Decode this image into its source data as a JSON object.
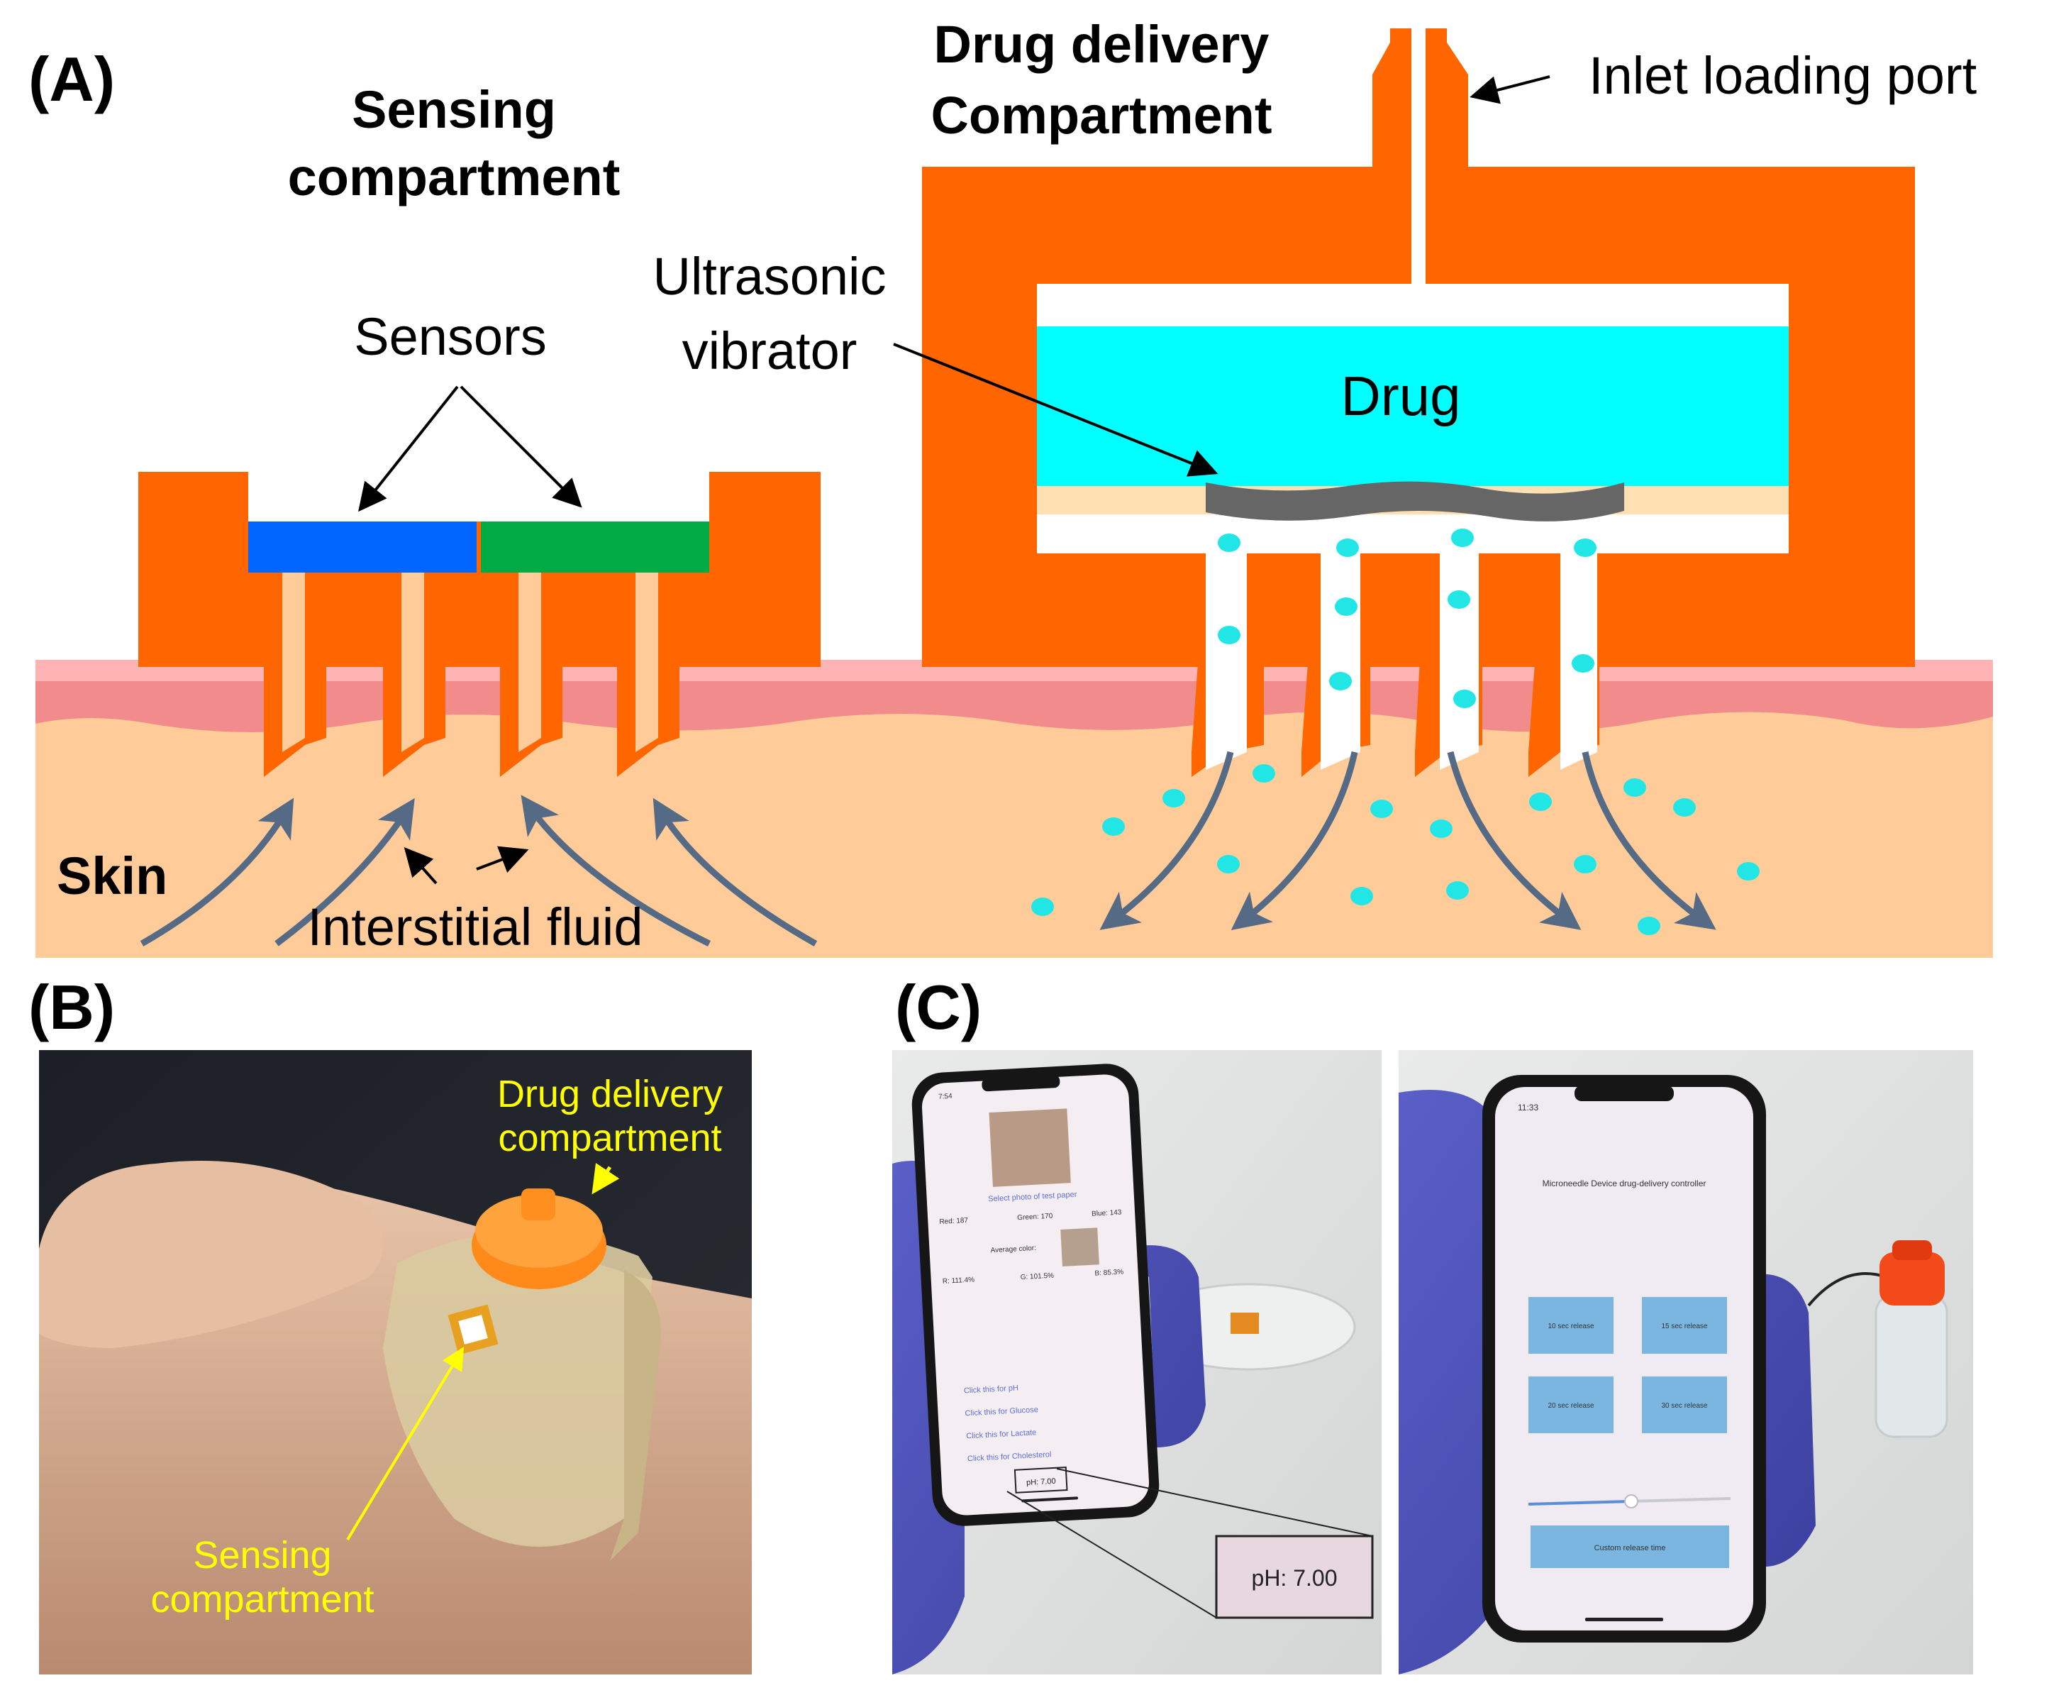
{
  "panel_a": {
    "label": "(A)",
    "sensing_title_1": "Sensing",
    "sensing_title_2": "compartment",
    "drug_title_1": "Drug delivery",
    "drug_title_2": "Compartment",
    "inlet_port": "Inlet loading port",
    "ultrasonic_1": "Ultrasonic",
    "ultrasonic_2": "vibrator",
    "sensors": "Sensors",
    "drug": "Drug",
    "skin": "Skin",
    "interstitial_fluid": "Interstitial fluid"
  },
  "panel_b": {
    "label": "(B)",
    "drug_delivery_1": "Drug delivery",
    "drug_delivery_2": "compartment",
    "sensing_1": "Sensing",
    "sensing_2": "compartment"
  },
  "panel_c": {
    "label": "(C)",
    "left_phone": {
      "time": "7:54",
      "select_photo": "Select photo of test paper",
      "red": "Red: 187",
      "green": "Green: 170",
      "blue": "Blue: 143",
      "average_color": "Average color:",
      "r_pct": "R: 111.4%",
      "g_pct": "G: 101.5%",
      "b_pct": "B: 85.3%",
      "links": [
        "Click this for pH",
        "Click this for Glucose",
        "Click this for Lactate",
        "Click this for Cholesterol"
      ],
      "result_small": "pH: 7.00",
      "result_zoom": "pH: 7.00"
    },
    "right_phone": {
      "time": "11:33",
      "title": "Microneedle Device drug-delivery controller",
      "buttons": [
        "10 sec release",
        "15 sec release",
        "20 sec release",
        "30 sec release"
      ],
      "custom": "Custom release time"
    }
  },
  "colors": {
    "orange": "#FF6600",
    "cyan": "#00FFFF",
    "skin": "#FFCC99",
    "sensor_blue": "#0066FF",
    "sensor_green": "#00AA44",
    "annotation_yellow": "#FFFF00"
  }
}
